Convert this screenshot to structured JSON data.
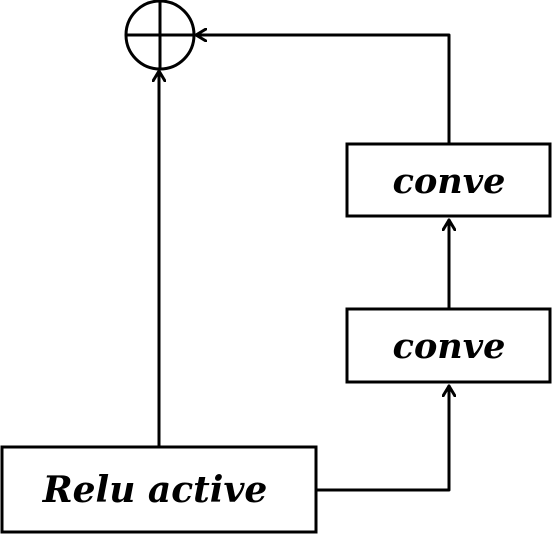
{
  "nodes": {
    "relu": {
      "label": "Relu active"
    },
    "conv_lower": {
      "label": "conve"
    },
    "conv_upper": {
      "label": "conve"
    },
    "add": {
      "symbol": "⊕",
      "icon": "circled-plus-icon"
    }
  },
  "edges": [
    {
      "from": "relu",
      "to": "add",
      "kind": "skip-connection"
    },
    {
      "from": "relu",
      "to": "conv_lower"
    },
    {
      "from": "conv_lower",
      "to": "conv_upper"
    },
    {
      "from": "conv_upper",
      "to": "add"
    }
  ],
  "colors": {
    "stroke": "#000000",
    "background": "#ffffff"
  }
}
